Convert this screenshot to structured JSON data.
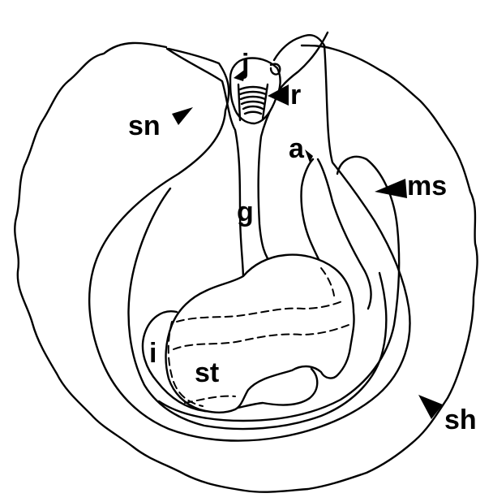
{
  "diagram": {
    "labels": {
      "j": "j",
      "r": "r",
      "sn": "sn",
      "a": "a",
      "ms": "ms",
      "g": "g",
      "i": "i",
      "st": "st",
      "sh": "sh"
    },
    "colors": {
      "line": "#000000",
      "background": "#ffffff"
    }
  }
}
